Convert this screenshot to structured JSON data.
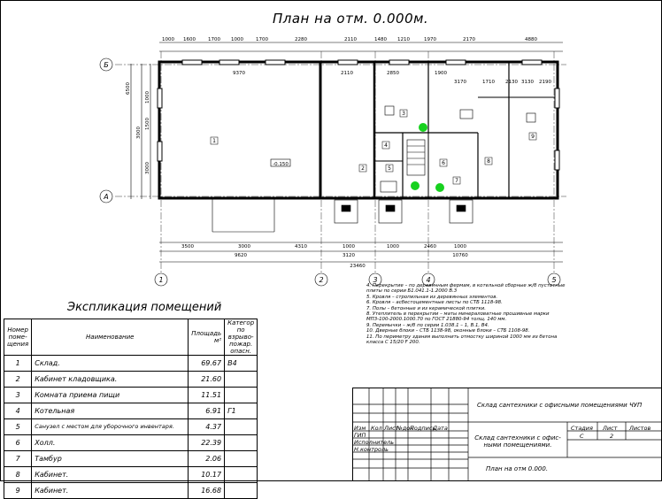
{
  "plan_title": "План на отм. 0.000м.",
  "axes": {
    "horizontal": [
      "1",
      "2",
      "3",
      "4",
      "5"
    ],
    "vertical": [
      "Б",
      "А"
    ]
  },
  "dimensions": {
    "top": [
      "1000",
      "1600",
      "1700",
      "1000",
      "1700",
      "2280",
      "2110",
      "1480",
      "1210",
      "1970",
      "2170",
      "4880"
    ],
    "top_inner": [
      "9370",
      "2110",
      "2850",
      "1900",
      "3170",
      "1710",
      "2130",
      "3130",
      "2190"
    ],
    "bottom_inner": [
      "3500",
      "3000",
      "4310",
      "1000",
      "1000",
      "2460",
      "1000"
    ],
    "bottom_mid": [
      "9620",
      "3120",
      "10760"
    ],
    "bottom_total": "23460",
    "left": [
      "6500",
      "3000",
      "1000",
      "1500",
      "3000"
    ]
  },
  "room_labels": [
    "1",
    "2",
    "3",
    "4",
    "5",
    "6",
    "7",
    "8",
    "9"
  ],
  "level_mark": "-0.150",
  "explication": {
    "title": "Экспликация помещений",
    "headers": [
      "Номер поме-щения",
      "Наименование",
      "Площадь м²",
      "Категор по взрыво-пожар. опасн."
    ],
    "rows": [
      {
        "n": "1",
        "name": "Склад.",
        "area": "69.67",
        "cat": "В4"
      },
      {
        "n": "2",
        "name": "Кабинет кладовщика.",
        "area": "21.60",
        "cat": ""
      },
      {
        "n": "3",
        "name": "Комната приема пищи",
        "area": "11.51",
        "cat": ""
      },
      {
        "n": "4",
        "name": "Котельная",
        "area": "6.91",
        "cat": "Г1"
      },
      {
        "n": "5",
        "name": "Санузел с местом для уборочного инвентаря.",
        "area": "4.37",
        "cat": ""
      },
      {
        "n": "6",
        "name": "Холл.",
        "area": "22.39",
        "cat": ""
      },
      {
        "n": "7",
        "name": "Тамбур",
        "area": "2.06",
        "cat": ""
      },
      {
        "n": "8",
        "name": "Кабинет.",
        "area": "10.17",
        "cat": ""
      },
      {
        "n": "9",
        "name": "Кабинет.",
        "area": "16.68",
        "cat": ""
      }
    ]
  },
  "notes": [
    "4.  Перекрытие – по деревянным фермам, в котельной сборные ж/б пустотные",
    "     плиты по серии Б1.041.1-1.2000 В.3",
    "5.  Кровля – стропильная из деревянных элементов.",
    "6.  Кровля – асбестоцементные листы по СТБ 1118-98.",
    "7.  Полы – бетонные и из керамической плитки.",
    "8.  Утеплитель в перекрытии – маты минераловатные прошивные марки",
    "     МП3-100-2000.1000.70 по ГОСТ 21880-94 толщ. 140 мм.",
    "9.  Перемычки – ж/б по серии 1.038.1 – 1, В.1, В4.",
    "10.  Дверные блоки – СТБ 1138-98, оконные блоки – СТБ 1108-98.",
    "11.  По периметру здания выполнить отмостку шириной 1000 мм из бетона",
    "     класса С 15/20 F 200."
  ],
  "stamp": {
    "project": "Склад сантехники с офисными помещениями ЧУП",
    "object": "Склад сантехники с офис-ными помещениями.",
    "sheet_title": "План на отм 0.000.",
    "cols": [
      "Изм",
      "Кол",
      "Лист",
      "№док",
      "Подпись",
      "Дата"
    ],
    "roles": [
      "ГИП",
      "Исполнитель",
      "Н.контроль"
    ],
    "stage_h": "Стадия",
    "sheet_h": "Лист",
    "sheets_h": "Листов",
    "stage": "С",
    "sheet": "2"
  }
}
